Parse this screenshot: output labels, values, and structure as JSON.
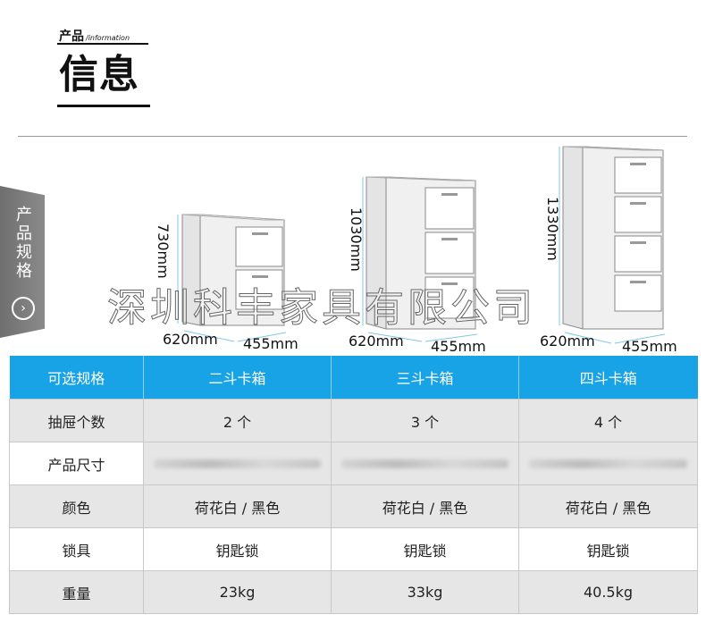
{
  "header": {
    "small_title": "产品",
    "small_title_en": "/information",
    "big_title": "信息"
  },
  "side_tab": {
    "label": "产品规格"
  },
  "watermark": "深圳科丰家具有限公司",
  "cabinets": [
    {
      "drawers": 2,
      "height_label": "730mm",
      "depth_label": "620mm",
      "width_label": "455mm"
    },
    {
      "drawers": 3,
      "height_label": "1030mm",
      "depth_label": "620mm",
      "width_label": "455mm"
    },
    {
      "drawers": 4,
      "height_label": "1330mm",
      "depth_label": "620mm",
      "width_label": "455mm"
    }
  ],
  "table": {
    "headers": [
      "可选规格",
      "二斗卡箱",
      "三斗卡箱",
      "四斗卡箱"
    ],
    "rows": [
      [
        "抽屉个数",
        "2 个",
        "3 个",
        "4 个"
      ],
      [
        "产品尺寸",
        "",
        "",
        ""
      ],
      [
        "颜色",
        "荷花白 / 黑色",
        "荷花白 / 黑色",
        "荷花白 / 黑色"
      ],
      [
        "锁具",
        "钥匙锁",
        "钥匙锁",
        "钥匙锁"
      ],
      [
        "重量",
        "23kg",
        "33kg",
        "40.5kg"
      ]
    ]
  },
  "colors": {
    "header_blue": "#17a3e6",
    "tab_gray": "#7a7a7a",
    "dim_line": "#7ec8ec"
  }
}
